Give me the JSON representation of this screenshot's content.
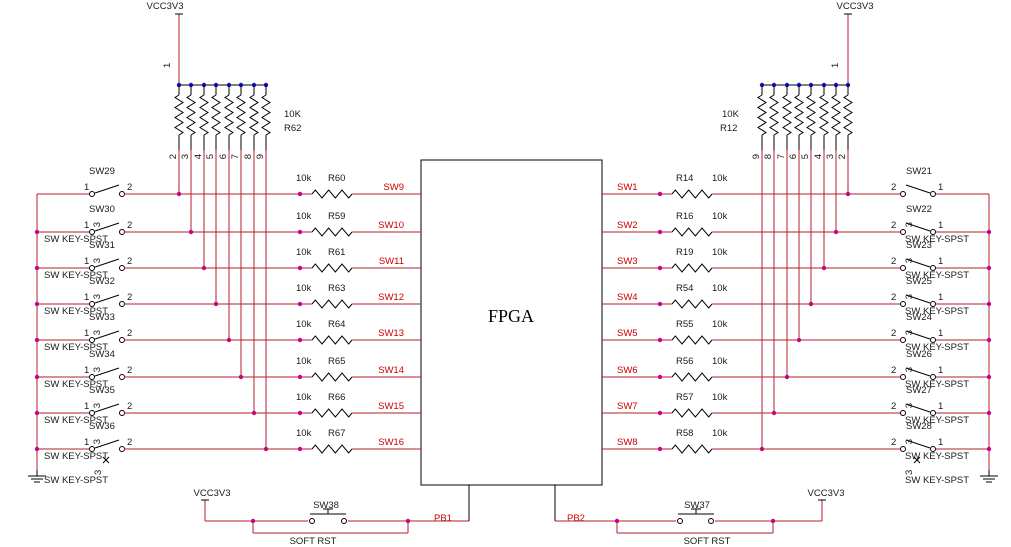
{
  "fpga": {
    "label": "FPGA"
  },
  "power": {
    "left_top": "VCC3V3",
    "right_top": "VCC3V3",
    "bottom_left": "VCC3V3",
    "bottom_right": "VCC3V3"
  },
  "networks": {
    "left": {
      "ref": "R62",
      "value": "10K",
      "pin1": "1",
      "pins": [
        "2",
        "3",
        "4",
        "5",
        "6",
        "7",
        "8",
        "9"
      ]
    },
    "right": {
      "ref": "R12",
      "value": "10K",
      "pin1": "1",
      "pins": [
        "9",
        "8",
        "7",
        "6",
        "5",
        "4",
        "3",
        "2"
      ]
    }
  },
  "left_rows": [
    {
      "sw": "SW29",
      "desc": "",
      "p1": "1",
      "p2": "2",
      "p3": "",
      "res": "R60",
      "val": "10k",
      "net": "SW9"
    },
    {
      "sw": "SW30",
      "desc": "SW KEY-SPST",
      "p1": "1",
      "p2": "2",
      "p3": "3",
      "res": "R59",
      "val": "10k",
      "net": "SW10"
    },
    {
      "sw": "SW31",
      "desc": "SW KEY-SPST",
      "p1": "1",
      "p2": "2",
      "p3": "3",
      "res": "R61",
      "val": "10k",
      "net": "SW11"
    },
    {
      "sw": "SW32",
      "desc": "SW KEY-SPST",
      "p1": "1",
      "p2": "2",
      "p3": "3",
      "res": "R63",
      "val": "10k",
      "net": "SW12"
    },
    {
      "sw": "SW33",
      "desc": "SW KEY-SPST",
      "p1": "1",
      "p2": "2",
      "p3": "3",
      "res": "R64",
      "val": "10k",
      "net": "SW13"
    },
    {
      "sw": "SW34",
      "desc": "SW KEY-SPST",
      "p1": "1",
      "p2": "2",
      "p3": "3",
      "res": "R65",
      "val": "10k",
      "net": "SW14"
    },
    {
      "sw": "SW35",
      "desc": "SW KEY-SPST",
      "p1": "1",
      "p2": "2",
      "p3": "3",
      "res": "R66",
      "val": "10k",
      "net": "SW15"
    },
    {
      "sw": "SW36",
      "desc": "SW KEY-SPST",
      "p1": "1",
      "p2": "2",
      "p3": "3",
      "res": "R67",
      "val": "10k",
      "net": "SW16"
    }
  ],
  "right_rows": [
    {
      "sw": "SW21",
      "desc": "",
      "p1": "1",
      "p2": "2",
      "p3": "",
      "res": "R14",
      "val": "10k",
      "net": "SW1"
    },
    {
      "sw": "SW22",
      "desc": "SW KEY-SPST",
      "p1": "1",
      "p2": "2",
      "p3": "3",
      "res": "R16",
      "val": "10k",
      "net": "SW2"
    },
    {
      "sw": "SW23",
      "desc": "SW KEY-SPST",
      "p1": "1",
      "p2": "2",
      "p3": "3",
      "res": "R19",
      "val": "10k",
      "net": "SW3"
    },
    {
      "sw": "SW25",
      "desc": "SW KEY-SPST",
      "p1": "1",
      "p2": "2",
      "p3": "3",
      "res": "R54",
      "val": "10k",
      "net": "SW4"
    },
    {
      "sw": "SW24",
      "desc": "SW KEY-SPST",
      "p1": "1",
      "p2": "2",
      "p3": "3",
      "res": "R55",
      "val": "10k",
      "net": "SW5"
    },
    {
      "sw": "SW26",
      "desc": "SW KEY-SPST",
      "p1": "1",
      "p2": "2",
      "p3": "3",
      "res": "R56",
      "val": "10k",
      "net": "SW6"
    },
    {
      "sw": "SW27",
      "desc": "SW KEY-SPST",
      "p1": "1",
      "p2": "2",
      "p3": "3",
      "res": "R57",
      "val": "10k",
      "net": "SW7"
    },
    {
      "sw": "SW28",
      "desc": "SW KEY-SPST",
      "p1": "1",
      "p2": "2",
      "p3": "3",
      "res": "R58",
      "val": "10k",
      "net": "SW8"
    }
  ],
  "left_bottom": {
    "pin3": "3",
    "desc": "SW KEY-SPST"
  },
  "right_bottom": {
    "pin3": "3",
    "desc": "SW KEY-SPST"
  },
  "push_buttons": {
    "left": {
      "ref": "SW38",
      "desc": "SOFT RST",
      "net": "PB1"
    },
    "right": {
      "ref": "SW37",
      "desc": "SOFT RST",
      "net": "PB2"
    }
  }
}
